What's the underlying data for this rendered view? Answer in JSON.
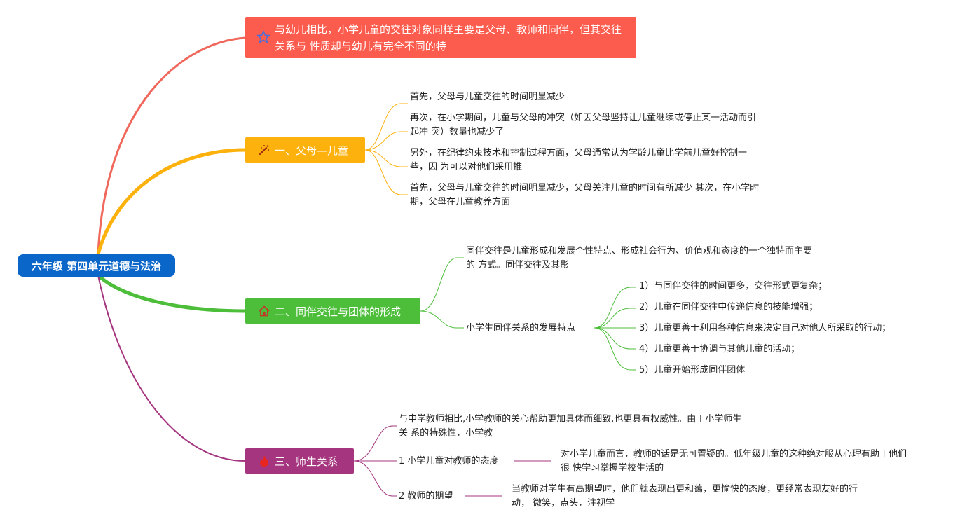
{
  "root": {
    "label": "六年级 第四单元道德与法治"
  },
  "top_note": {
    "text": "与幼儿相比，小学儿童的交往对象同样主要是父母、教师和同伴，但其交往关系与 性质却与幼儿有完全不同的特"
  },
  "branch1": {
    "label": "一、父母—儿童",
    "items": [
      "首先，父母与儿童交往的时间明显减少",
      "再次，在小学期间，儿童与父母的冲突（如因父母坚持让儿童继续或停止某一活动而引起冲 突）数量也减少了",
      "另外，在纪律约束技术和控制过程方面，父母通常认为学龄儿童比学前儿童好控制一些，因 为可以对他们采用推",
      "首先，父母与儿童交往的时间明显减少，父母关注儿童的时间有所减少 其次，在小学时期，父母在儿童教养方面"
    ]
  },
  "branch2": {
    "label": "二、同伴交往与团体的形成",
    "intro": "同伴交往是儿童形成和发展个性特点、形成社会行为、价值观和态度的一个独特而主要的 方式。同伴交往及其影",
    "sub_label": "小学生同伴关系的发展特点",
    "sub_items": [
      "1）与同伴交往的时间更多，交往形式更复杂；",
      "2）儿童在同伴交往中传递信息的技能增强；",
      "3）儿童更善于利用各种信息来决定自己对他人所采取的行动；",
      "4）儿童更善于协调与其他儿童的活动；",
      "5）儿童开始形成同伴团体"
    ]
  },
  "branch3": {
    "label": "三、师生关系",
    "intro": "与中学教师相比,小学教师的关心帮助更加具体而细致,也更具有权威性。由于小学师生关 系的特殊性，小学教",
    "attitude_label": "1 小学儿童对教师的态度",
    "attitude_text": "对小学儿童而言，教师的话是无可置疑的。低年级儿童的这种绝对服从心理有助于他们很 快学习掌握学校生活的",
    "expect_label": "2 教师的期望",
    "expect_text": "当教师对学生有高期望时，他们就表现出更和蔼，更愉快的态度，更经常表现友好的行动， 微笑，点头，注视学"
  },
  "colors": {
    "root": "#0a67c9",
    "top": "#fb5c4d",
    "b1": "#fcb10c",
    "b2": "#4cbe3a",
    "b3": "#a5357e"
  }
}
